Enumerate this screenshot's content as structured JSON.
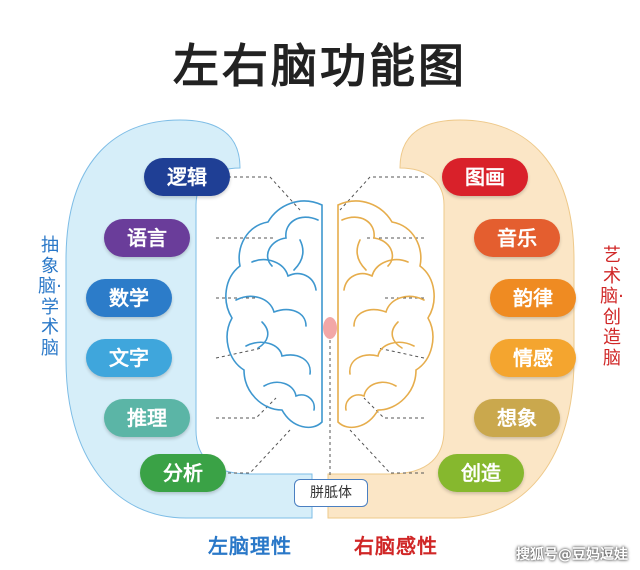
{
  "title": "左右脑功能图",
  "left": {
    "side_label": "抽象脑·学术脑",
    "bottom_label": "左脑理性",
    "color": "#2a78c8",
    "items": [
      {
        "label": "逻辑",
        "color": "#1f3f95"
      },
      {
        "label": "语言",
        "color": "#6a3d9a"
      },
      {
        "label": "数学",
        "color": "#2c7cc9"
      },
      {
        "label": "文字",
        "color": "#3fa6dc"
      },
      {
        "label": "推理",
        "color": "#5bb5a6"
      },
      {
        "label": "分析",
        "color": "#3aa246"
      }
    ]
  },
  "right": {
    "side_label": "艺术脑·创造脑",
    "bottom_label": "右脑感性",
    "color": "#d02727",
    "items": [
      {
        "label": "图画",
        "color": "#d9212a"
      },
      {
        "label": "音乐",
        "color": "#e45e2f"
      },
      {
        "label": "韵律",
        "color": "#ef8b22"
      },
      {
        "label": "情感",
        "color": "#f4a52f"
      },
      {
        "label": "想象",
        "color": "#caa84d"
      },
      {
        "label": "创造",
        "color": "#86b82e"
      }
    ]
  },
  "center_label": "胼胝体",
  "watermark": "搜狐号@豆妈逗娃",
  "colors": {
    "left_panel": "#d6eef9",
    "right_panel": "#fbe6c6",
    "left_brain_stroke": "#3e97cf",
    "right_brain_stroke": "#e6ad4c",
    "corpus_callosum": "#f2a7a7"
  }
}
